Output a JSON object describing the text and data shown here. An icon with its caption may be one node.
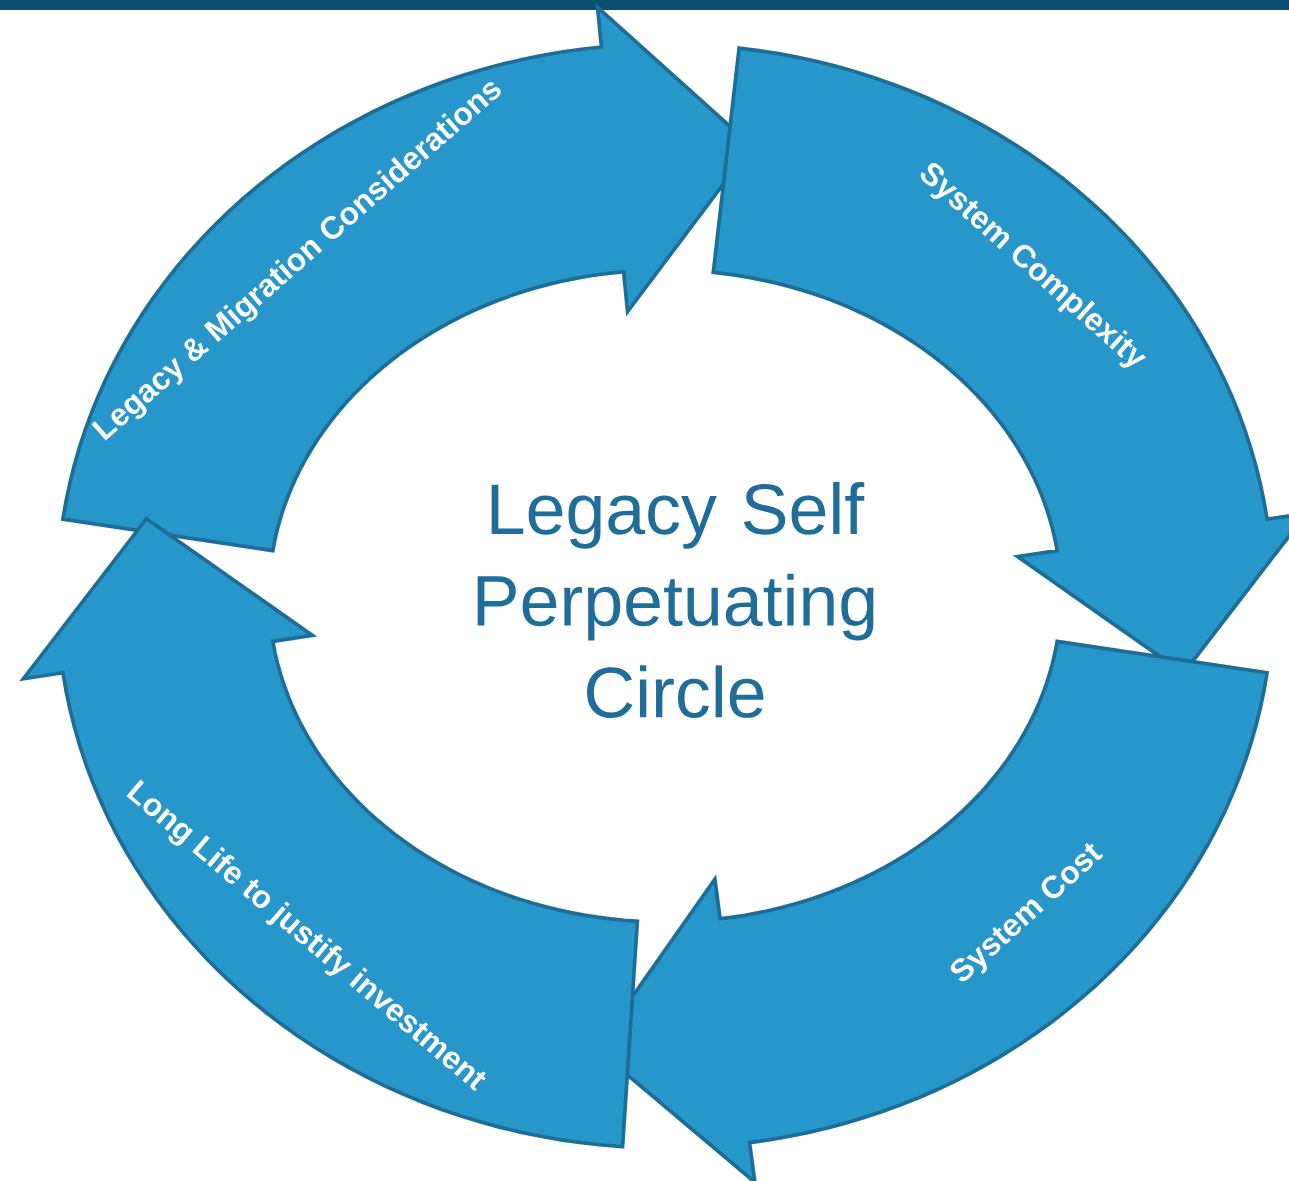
{
  "diagram": {
    "title": "Legacy Self Perpetuating Circle",
    "nodes": [
      {
        "text": [
          "Legacy & Migration Considerations"
        ]
      },
      {
        "text": [
          "System Complexity"
        ]
      },
      {
        "text": [
          "System Cost"
        ]
      },
      {
        "text": [
          "Long Life to justify investment"
        ]
      }
    ]
  }
}
